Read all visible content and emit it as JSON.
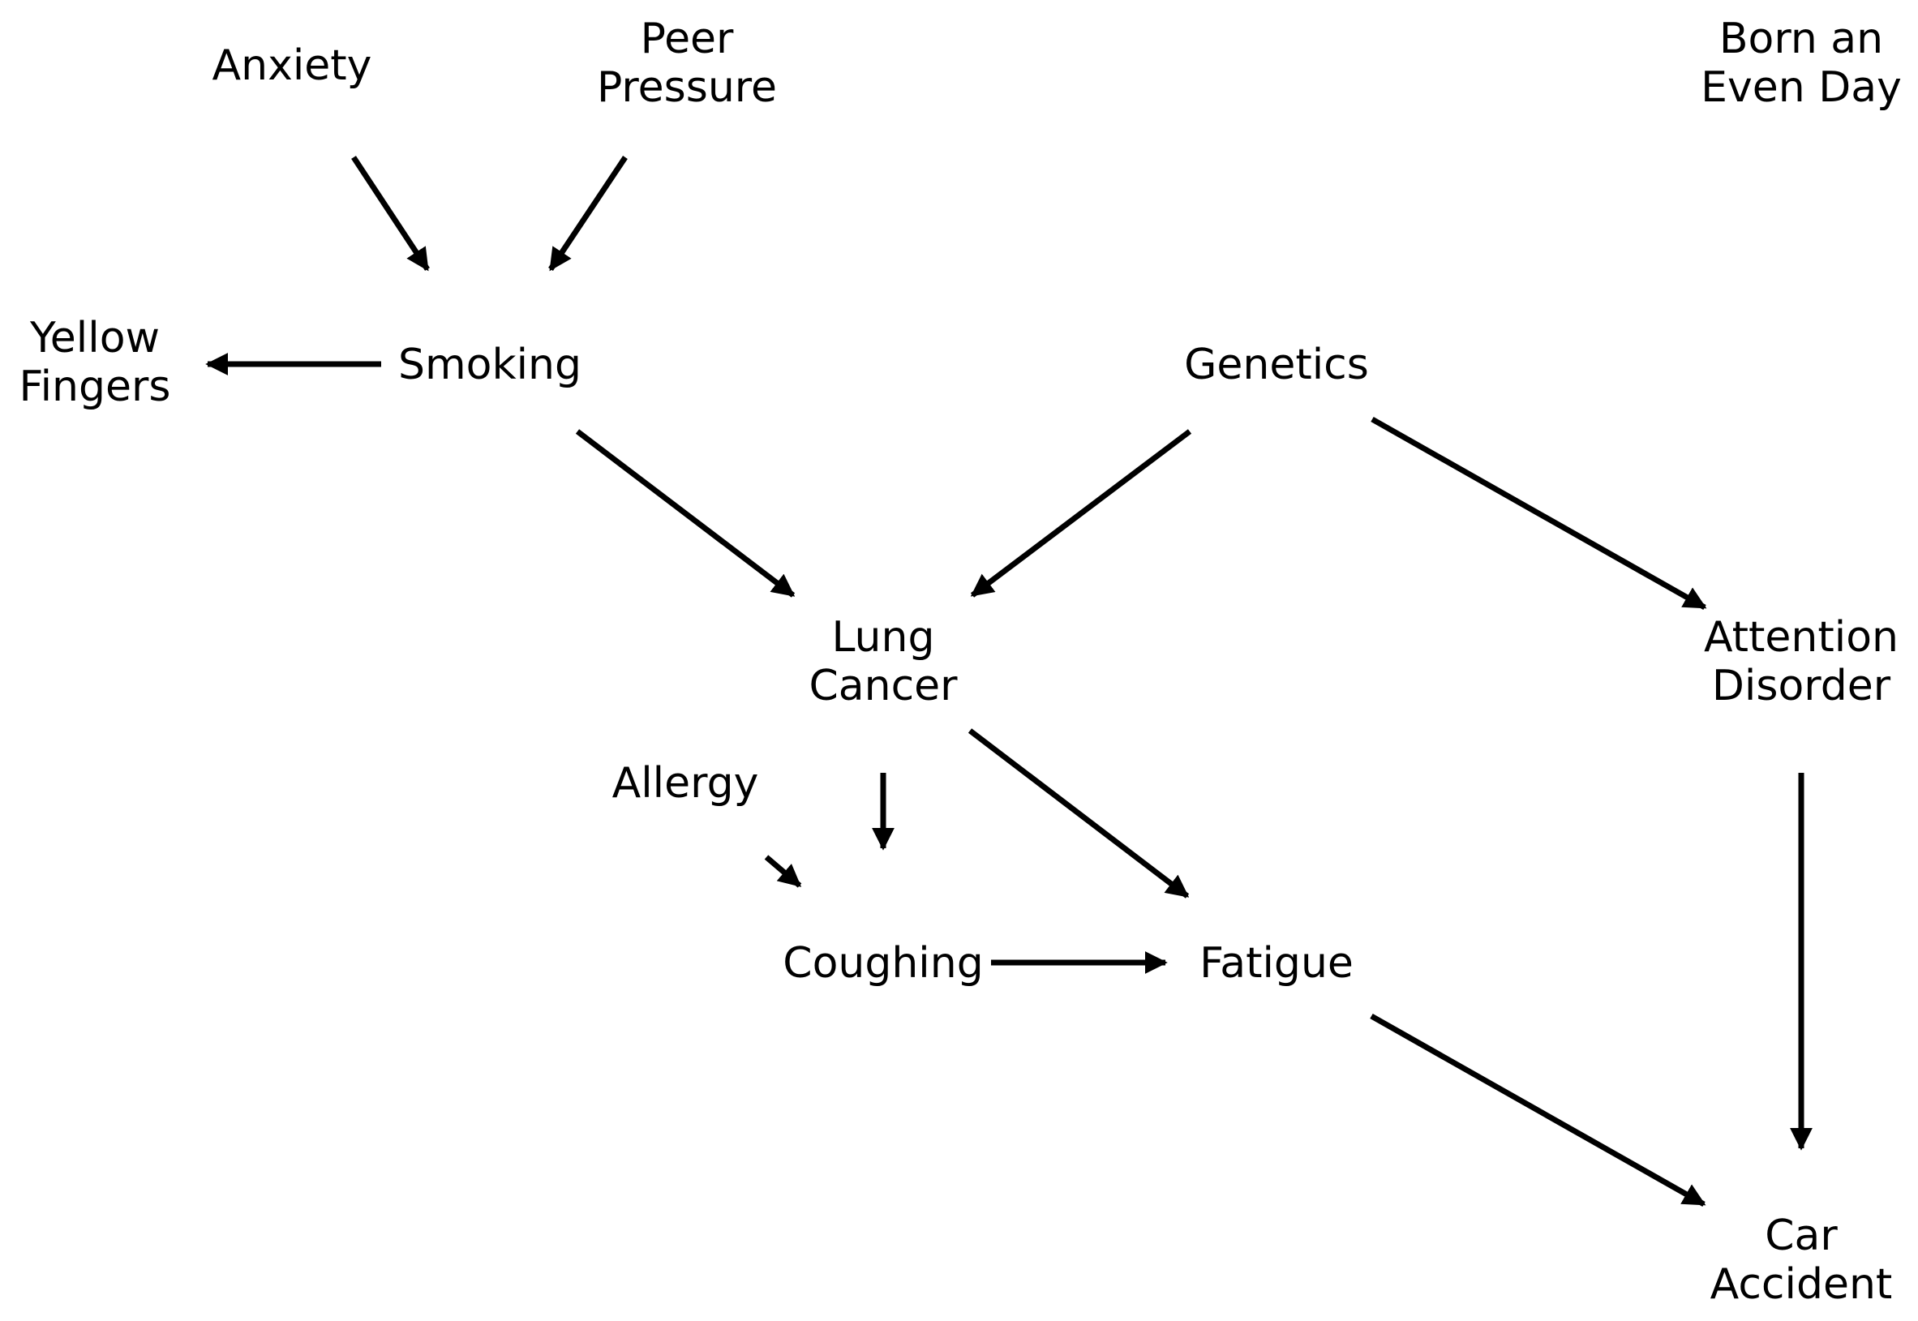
{
  "diagram": {
    "type": "directed-graph",
    "style": {
      "text_color": "#000000",
      "edge_color": "#000000",
      "background": "#ffffff"
    },
    "nodes": [
      {
        "id": "anxiety",
        "lines": [
          "Anxiety"
        ]
      },
      {
        "id": "peer_pressure",
        "lines": [
          "Peer",
          "Pressure"
        ]
      },
      {
        "id": "born_even_day",
        "lines": [
          "Born an",
          "Even Day"
        ]
      },
      {
        "id": "yellow_fingers",
        "lines": [
          "Yellow",
          "Fingers"
        ]
      },
      {
        "id": "smoking",
        "lines": [
          "Smoking"
        ]
      },
      {
        "id": "genetics",
        "lines": [
          "Genetics"
        ]
      },
      {
        "id": "lung_cancer",
        "lines": [
          "Lung",
          "Cancer"
        ]
      },
      {
        "id": "attention_disorder",
        "lines": [
          "Attention",
          "Disorder"
        ]
      },
      {
        "id": "allergy",
        "lines": [
          "Allergy"
        ]
      },
      {
        "id": "coughing",
        "lines": [
          "Coughing"
        ]
      },
      {
        "id": "fatigue",
        "lines": [
          "Fatigue"
        ]
      },
      {
        "id": "car_accident",
        "lines": [
          "Car",
          "Accident"
        ]
      }
    ],
    "edges": [
      {
        "from": "anxiety",
        "to": "smoking"
      },
      {
        "from": "peer_pressure",
        "to": "smoking"
      },
      {
        "from": "smoking",
        "to": "yellow_fingers"
      },
      {
        "from": "smoking",
        "to": "lung_cancer"
      },
      {
        "from": "genetics",
        "to": "lung_cancer"
      },
      {
        "from": "genetics",
        "to": "attention_disorder"
      },
      {
        "from": "lung_cancer",
        "to": "coughing"
      },
      {
        "from": "allergy",
        "to": "coughing"
      },
      {
        "from": "lung_cancer",
        "to": "fatigue"
      },
      {
        "from": "coughing",
        "to": "fatigue"
      },
      {
        "from": "fatigue",
        "to": "car_accident"
      },
      {
        "from": "attention_disorder",
        "to": "car_accident"
      }
    ]
  }
}
